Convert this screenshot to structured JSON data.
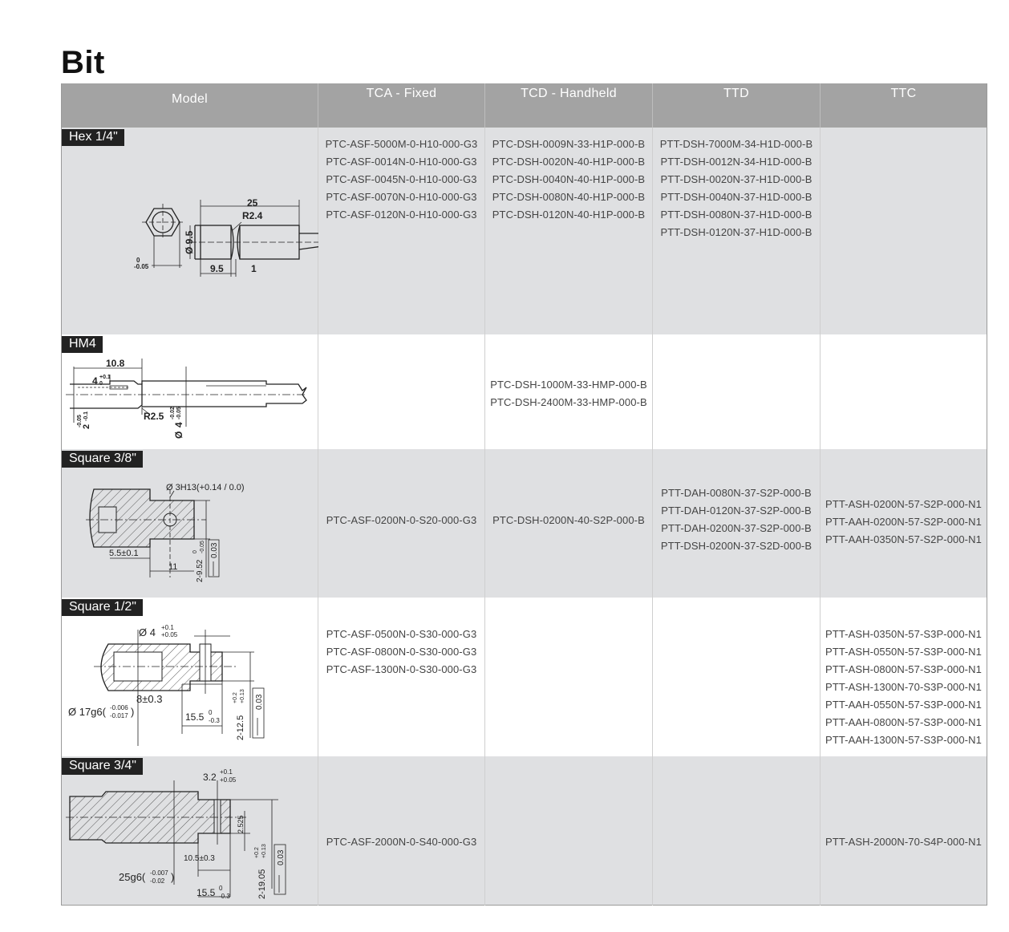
{
  "title": "Bit",
  "headers": {
    "model": "Model",
    "tca": "TCA - Fixed",
    "tcd": "TCD - Handheld",
    "ttd": "TTD",
    "ttc": "TTC"
  },
  "rows": [
    {
      "model": "Hex 1/4\"",
      "drawing_labels": [
        "25",
        "R2.4",
        "Ø 9.5",
        "9.5",
        "1",
        "0",
        "-0.05"
      ],
      "tca": [
        "PTC-ASF-5000M-0-H10-000-G3",
        "PTC-ASF-0014N-0-H10-000-G3",
        "PTC-ASF-0045N-0-H10-000-G3",
        "PTC-ASF-0070N-0-H10-000-G3",
        "PTC-ASF-0120N-0-H10-000-G3"
      ],
      "tcd": [
        "PTC-DSH-0009N-33-H1P-000-B",
        "PTC-DSH-0020N-40-H1P-000-B",
        "PTC-DSH-0040N-40-H1P-000-B",
        "PTC-DSH-0080N-40-H1P-000-B",
        "PTC-DSH-0120N-40-H1P-000-B"
      ],
      "ttd": [
        "PTT-DSH-7000M-34-H1D-000-B",
        "PTT-DSH-0012N-34-H1D-000-B",
        "PTT-DSH-0020N-37-H1D-000-B",
        "PTT-DSH-0040N-37-H1D-000-B",
        "PTT-DSH-0080N-37-H1D-000-B",
        "PTT-DSH-0120N-37-H1D-000-B"
      ],
      "ttc": []
    },
    {
      "model": "HM4",
      "drawing_labels": [
        "10.8",
        "4",
        "+0.1",
        "0",
        "R2.5",
        "2",
        "-0.05",
        "-0.1",
        "Ø",
        "4",
        "-0.02",
        "-0.05"
      ],
      "tca": [],
      "tcd": [
        "PTC-DSH-1000M-33-HMP-000-B",
        "PTC-DSH-2400M-33-HMP-000-B"
      ],
      "ttd": [],
      "ttc": []
    },
    {
      "model": "Square 3/8\"",
      "drawing_labels": [
        "Ø 3H13(+0.14 / 0.0)",
        "5.5±0.1",
        "11",
        "2-9.52",
        "0",
        "-0.05",
        "0.03"
      ],
      "tca": [
        "PTC-ASF-0200N-0-S20-000-G3"
      ],
      "tcd": [
        "PTC-DSH-0200N-40-S2P-000-B"
      ],
      "ttd": [
        "PTT-DAH-0080N-37-S2P-000-B",
        "PTT-DAH-0120N-37-S2P-000-B",
        "PTT-DAH-0200N-37-S2P-000-B",
        "PTT-DSH-0200N-37-S2D-000-B"
      ],
      "ttc": [
        "PTT-ASH-0200N-57-S2P-000-N1",
        "PTT-AAH-0200N-57-S2P-000-N1",
        "PTT-AAH-0350N-57-S2P-000-N1"
      ]
    },
    {
      "model": "Square 1/2\"",
      "drawing_labels": [
        "Ø 4",
        "+0.1",
        "+0.05",
        "8±0.3",
        "Ø 17g6(",
        "-0.006",
        "-0.017",
        ")",
        "15.5",
        "0",
        "-0.3",
        "2-12.5",
        "+0.2",
        "+0.13",
        "0.03"
      ],
      "tca": [
        "PTC-ASF-0500N-0-S30-000-G3",
        "PTC-ASF-0800N-0-S30-000-G3",
        "PTC-ASF-1300N-0-S30-000-G3"
      ],
      "tcd": [],
      "ttd": [],
      "ttc": [
        "PTT-ASH-0350N-57-S3P-000-N1",
        "PTT-ASH-0550N-57-S3P-000-N1",
        "PTT-ASH-0800N-57-S3P-000-N1",
        "PTT-ASH-1300N-70-S3P-000-N1",
        "PTT-AAH-0550N-57-S3P-000-N1",
        "PTT-AAH-0800N-57-S3P-000-N1",
        "PTT-AAH-1300N-57-S3P-000-N1"
      ]
    },
    {
      "model": "Square 3/4\"",
      "drawing_labels": [
        "3.2",
        "+0.1",
        "+0.05",
        "2.525",
        "10.5±0.3",
        "25g6(",
        "-0.007",
        "-0.02",
        ")",
        "15.5",
        "0",
        "-0.3",
        "2-19.05",
        "+0.2",
        "+0.13",
        "0.03"
      ],
      "tca": [
        "PTC-ASF-2000N-0-S40-000-G3"
      ],
      "tcd": [],
      "ttd": [],
      "ttc": [
        "PTT-ASH-2000N-70-S4P-000-N1"
      ]
    }
  ],
  "colors": {
    "header_bg": "#a3a3a3",
    "shade_row": "#dfe0e2",
    "tag_bg": "#222222"
  }
}
